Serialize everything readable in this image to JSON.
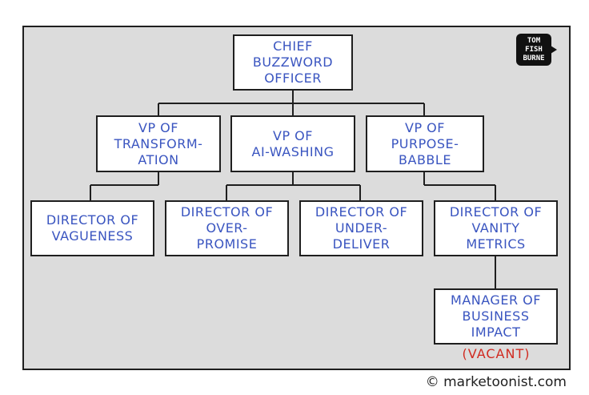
{
  "org_chart": {
    "chief": "CHIEF\nBUZZWORD\nOFFICER",
    "vps": [
      "VP OF\nTRANSFORM-\nATION",
      "VP OF\nAI-WASHING",
      "VP OF\nPURPOSE-\nBABBLE"
    ],
    "directors": [
      "DIRECTOR OF\nVAGUENESS",
      "DIRECTOR OF\nOVER-\nPROMISE",
      "DIRECTOR OF\nUNDER-\nDELIVER",
      "DIRECTOR OF\nVANITY\nMETRICS"
    ],
    "manager": "MANAGER OF\nBUSINESS\nIMPACT",
    "vacant_note": "(VACANT)"
  },
  "signature": {
    "line1": "TOM",
    "line2": "FISH",
    "line3": "BURNE"
  },
  "footer": {
    "copyright_symbol": "©",
    "site": "marketoonist.com"
  },
  "colors": {
    "box_text": "#3a55c0",
    "vacant_text": "#d12a20",
    "panel_background": "#dcdcdc"
  }
}
